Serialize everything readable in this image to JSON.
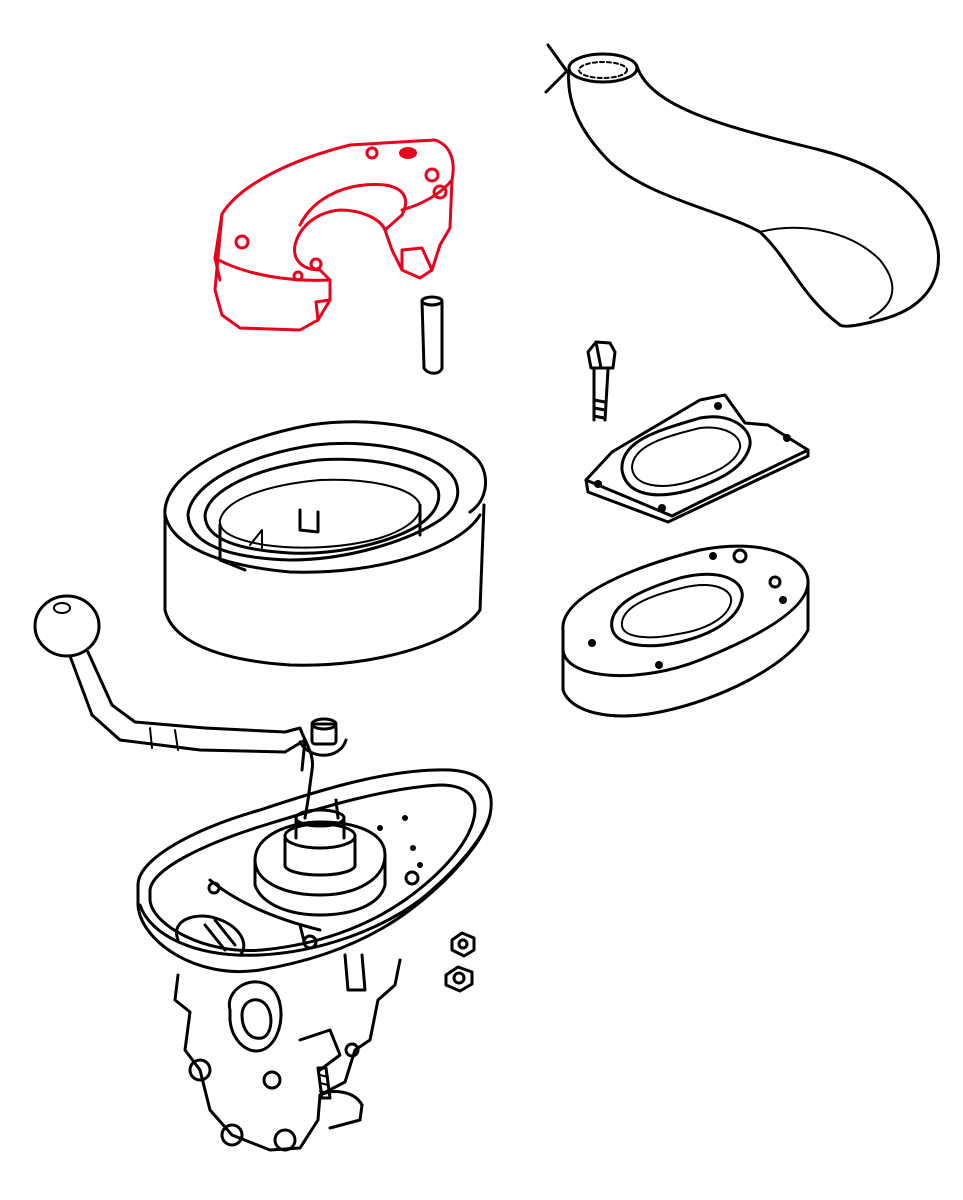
{
  "colors": {
    "line": "#000000",
    "highlight": "#e8001c",
    "background": "#ffffff"
  },
  "diagram": {
    "highlighted_part": "shift-lever-adapter-plate",
    "parts": [
      "shift-boot",
      "adapter-plate",
      "dowel-pin",
      "bolt",
      "gasket",
      "bezel-housing",
      "spacer-plate",
      "shift-knob",
      "shift-lever",
      "shifter-assembly",
      "nut"
    ]
  }
}
